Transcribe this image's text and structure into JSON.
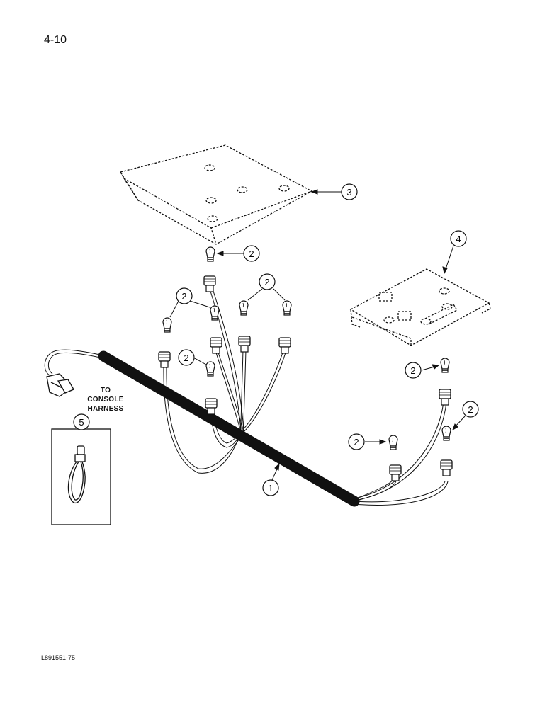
{
  "page": {
    "number": "4-10",
    "figure_id": "L891551-75"
  },
  "connector_label": {
    "line1": "TO",
    "line2": "CONSOLE",
    "line3": "HARNESS"
  },
  "callouts": {
    "harness": "1",
    "bulb": "2",
    "panel_upper": "3",
    "panel_right": "4",
    "strap": "5"
  }
}
